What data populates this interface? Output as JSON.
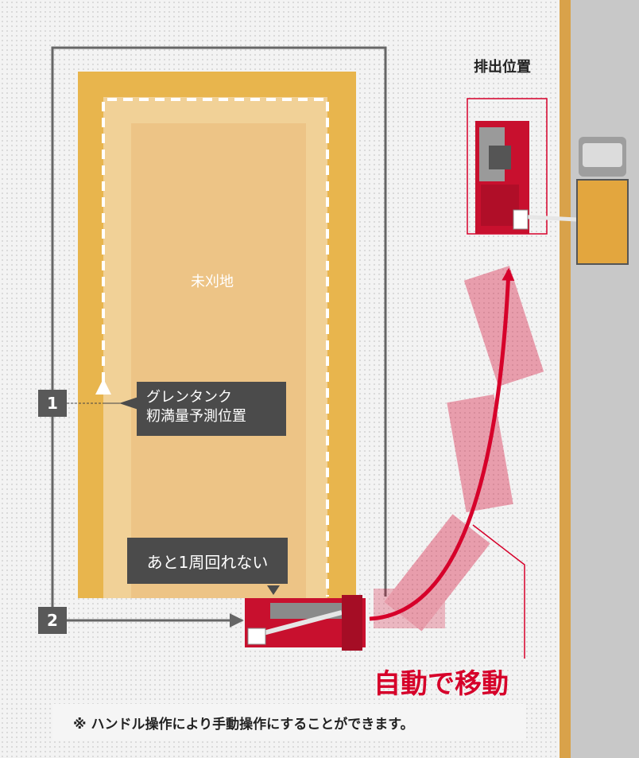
{
  "labels": {
    "discharge_position": "排出位置",
    "uncut_area": "未刈地",
    "tank_full_prediction_line1": "グレンタンク",
    "tank_full_prediction_line2": "籾満量予測位置",
    "cannot_do_one_more_lap": "あと1周回れない",
    "auto_move": "自動で移動",
    "note": "※ ハンドル操作により手動操作にすることができます。"
  },
  "markers": [
    "1",
    "2"
  ],
  "colors": {
    "field_dots": "#d9d9d9",
    "harvested_band": "#e8b54d",
    "uncut_fill": "#f0c98a",
    "accent_red": "#d6002a",
    "path_gray": "#666666",
    "road": "#c8c8c8",
    "road_edge": "#d9a24a",
    "truck_bed": "#e3a63e"
  },
  "icons": [
    "combine-harvester-icon",
    "truck-icon"
  ]
}
